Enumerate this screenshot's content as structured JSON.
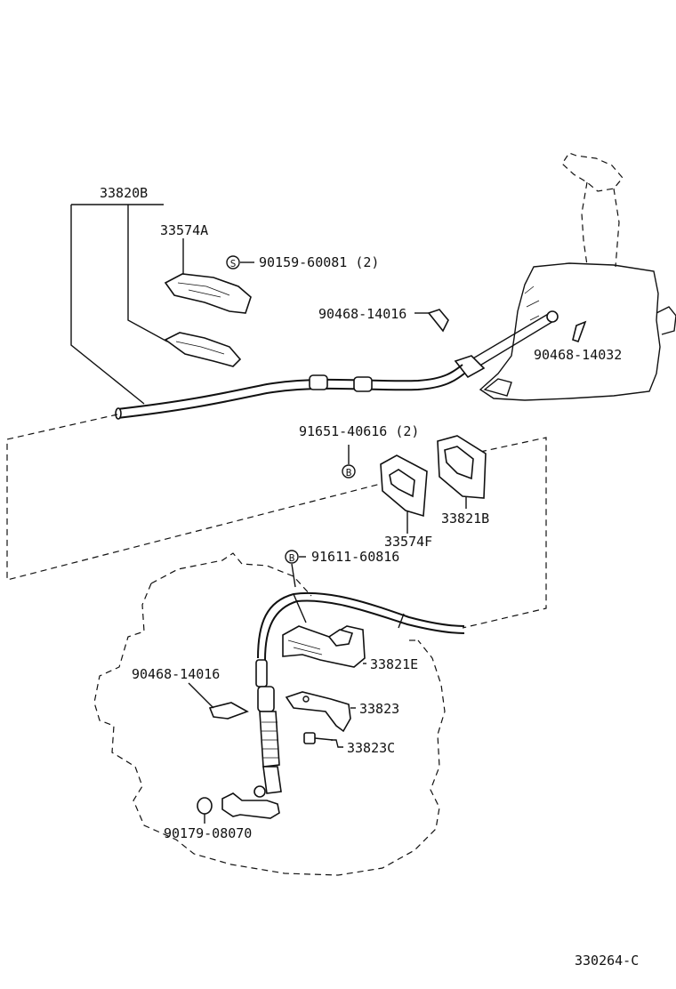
{
  "diagram": {
    "labels": {
      "assy_33820B": "33820B",
      "p_33574A": "33574A",
      "p_90159": "90159-60081 (2)",
      "p_90468_a": "90468-14016",
      "p_90468_b": "90468-14032",
      "p_91651": "91651-40616 (2)",
      "p_33821B": "33821B",
      "p_33574F": "33574F",
      "p_91611": "91611-60816",
      "p_90468_c": "90468-14016",
      "p_33821E": "33821E",
      "p_33823": "33823",
      "p_33823C": "33823C",
      "p_90179": "90179-08070",
      "ref_code": "330264-C"
    },
    "symbols": {
      "s_mark": "S",
      "b_mark_1": "B",
      "b_mark_2": "B"
    }
  }
}
